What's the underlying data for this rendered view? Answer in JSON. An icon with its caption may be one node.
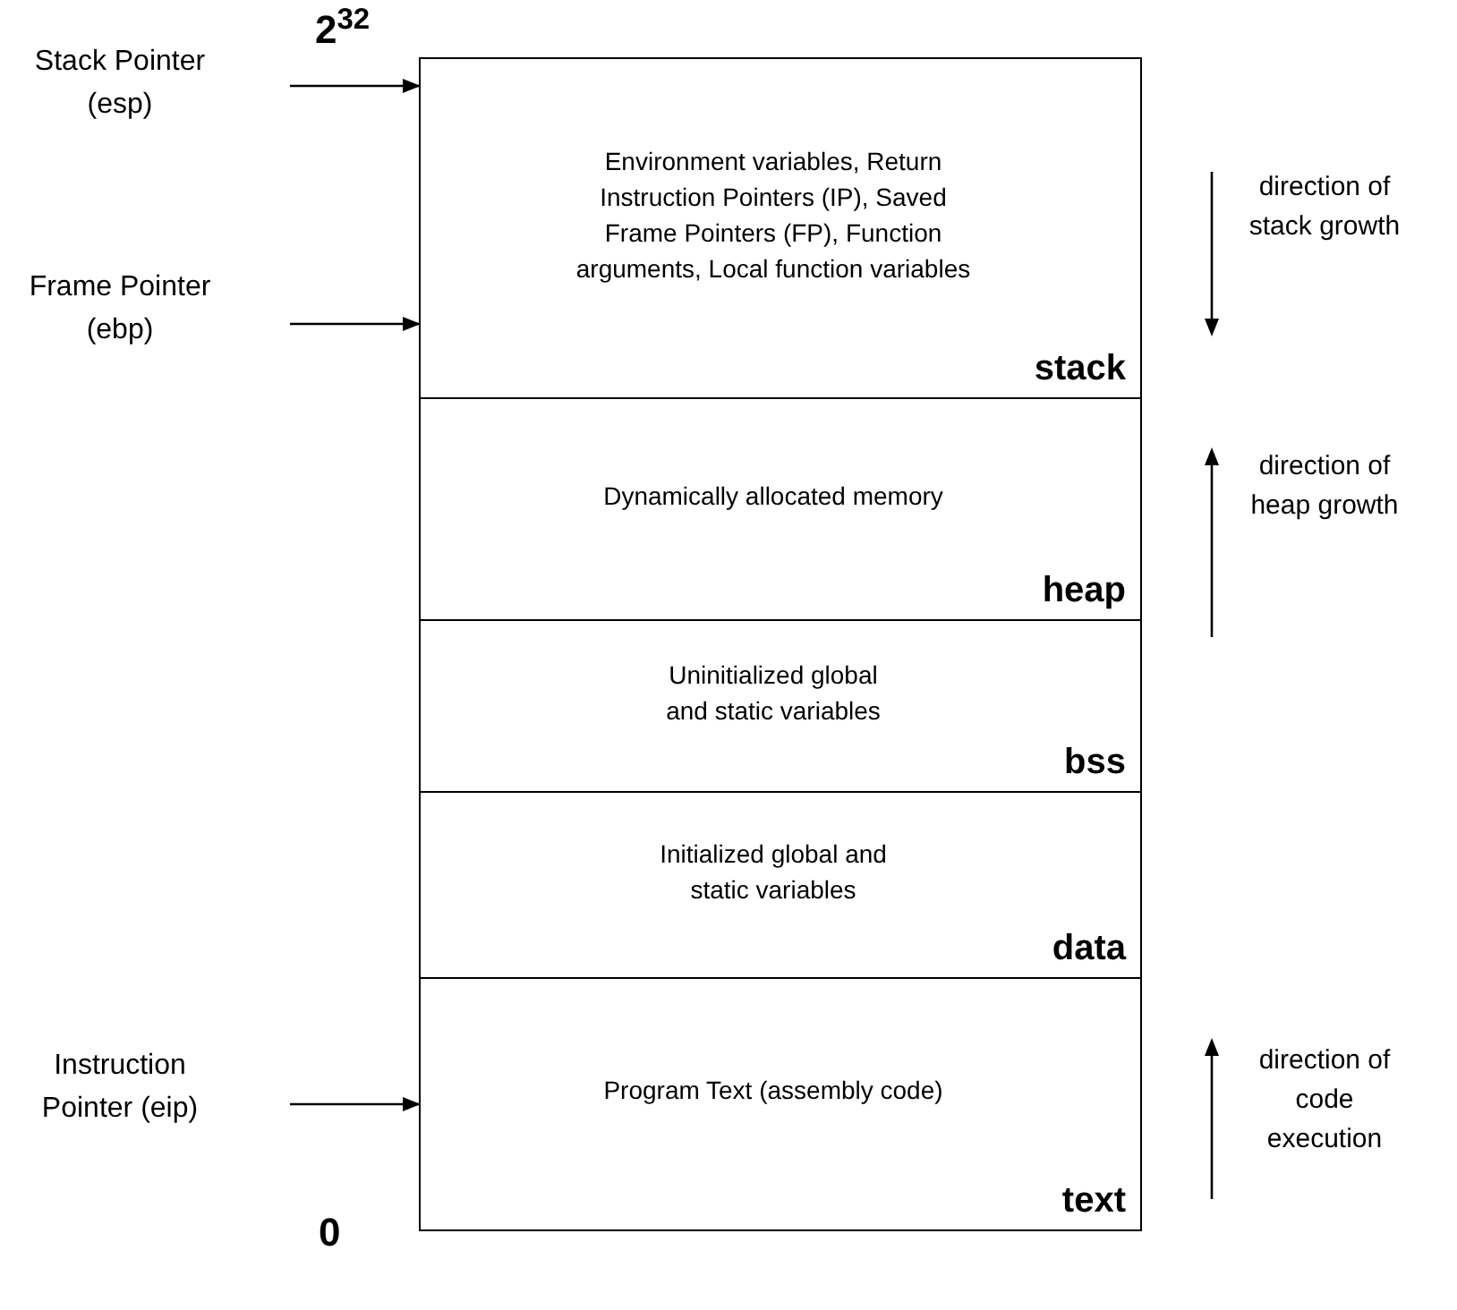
{
  "diagram": {
    "nodes": [
      {
        "text": [
          "Environment variables, Return Instruction Pointers (IP), Saved Frame Pointers (FP), Function arguments, Local function variables",
          "stack"
        ]
      },
      {
        "text": [
          "Dynamically allocated memory",
          "heap"
        ]
      },
      {
        "text": [
          "Uninitialized global and static variables",
          "bss"
        ]
      },
      {
        "text": [
          "Initialized global and static variables",
          "data"
        ]
      },
      {
        "text": [
          "Program Text (assembly code)",
          "text"
        ]
      },
      {
        "text": [
          "Stack Pointer (esp)"
        ]
      },
      {
        "text": [
          "Frame Pointer (ebp)"
        ]
      },
      {
        "text": [
          "Instruction Pointer (eip)"
        ]
      }
    ],
    "edges": [
      {
        "from": 5,
        "to": 0,
        "arrow": "to"
      },
      {
        "from": 6,
        "to": 0,
        "arrow": "to"
      },
      {
        "from": 7,
        "to": 4,
        "arrow": "to"
      }
    ],
    "labels": [
      "2$^{32}$",
      "direction of stack growth",
      "direction of heap growth",
      "0",
      "direction of code execution"
    ]
  }
}
